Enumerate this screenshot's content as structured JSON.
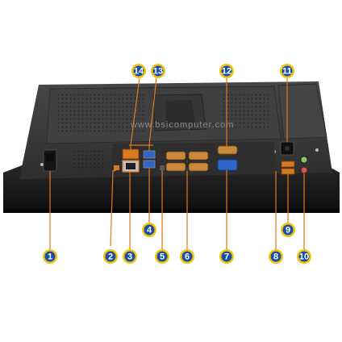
{
  "watermark": "www.bsicomputer.com",
  "colors": {
    "badge_fill": "#f4c40a",
    "badge_ring": "#1a4fa8",
    "badge_text": "#ffffff",
    "callout_line": "#e07a1a",
    "chassis": "#3a3a3a",
    "bezel": "#1c1c1c"
  },
  "callouts": [
    {
      "id": "callout-1",
      "label": "1"
    },
    {
      "id": "callout-2",
      "label": "2"
    },
    {
      "id": "callout-3",
      "label": "3"
    },
    {
      "id": "callout-4",
      "label": "4"
    },
    {
      "id": "callout-5",
      "label": "5"
    },
    {
      "id": "callout-6",
      "label": "6"
    },
    {
      "id": "callout-7",
      "label": "7"
    },
    {
      "id": "callout-8",
      "label": "8"
    },
    {
      "id": "callout-9",
      "label": "9"
    },
    {
      "id": "callout-10",
      "label": "10"
    },
    {
      "id": "callout-11",
      "label": "11"
    },
    {
      "id": "callout-12",
      "label": "12"
    },
    {
      "id": "callout-13",
      "label": "13"
    },
    {
      "id": "callout-14",
      "label": "14"
    }
  ]
}
